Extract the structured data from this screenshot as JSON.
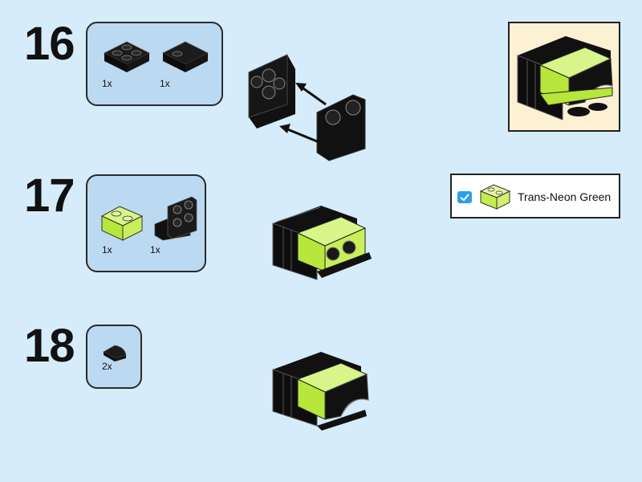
{
  "steps": [
    {
      "number": "16",
      "parts": [
        {
          "qty": "1x",
          "icon": "black-2x2-plate"
        },
        {
          "qty": "1x",
          "icon": "black-2x2-tile-with-stud"
        }
      ]
    },
    {
      "number": "17",
      "parts": [
        {
          "qty": "1x",
          "icon": "trans-neon-green-1x2-brick"
        },
        {
          "qty": "1x",
          "icon": "black-bracket-2x2"
        }
      ]
    },
    {
      "number": "18",
      "parts": [
        {
          "qty": "2x",
          "icon": "black-1x1-quarter-round-tile"
        }
      ]
    }
  ],
  "color_callout": {
    "name": "Trans-Neon Green",
    "icon": "check-icon"
  },
  "colors": {
    "background": "#d6ecfb",
    "parts_box": "#bcd9f2",
    "preview_bg": "#fdf1d4",
    "neon_green": "#b8e63a",
    "check_blue": "#2e9ee8"
  }
}
